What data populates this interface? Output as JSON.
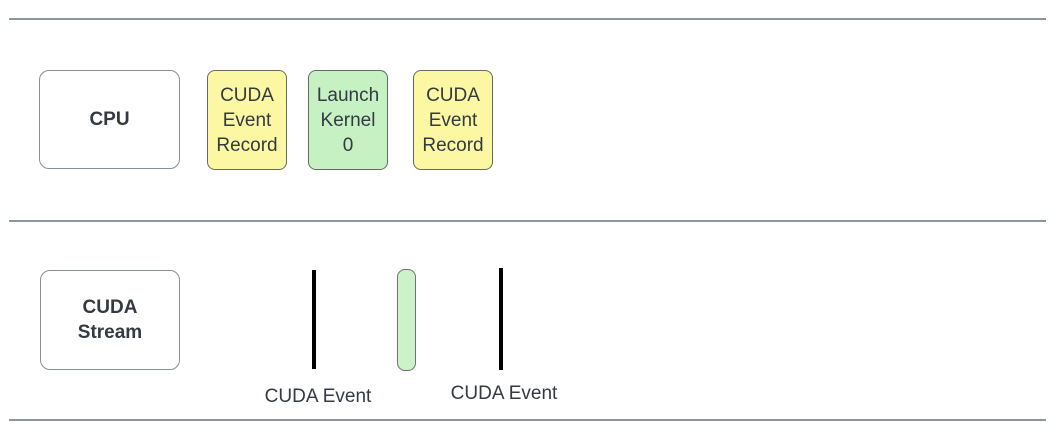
{
  "colors": {
    "yellow": "#fbf7a3",
    "green": "#c5f1c3",
    "green_bar": "#cbf2c9",
    "marker_black": "#000000",
    "divider_gray": "#8d959e",
    "text_dark": "#343a42"
  },
  "cpu_lane": {
    "title": "CPU",
    "steps": [
      {
        "text": "CUDA\nEvent\nRecord",
        "kind": "cuda-event-record"
      },
      {
        "text": "Launch\nKernel\n0",
        "kind": "launch-kernel"
      },
      {
        "text": "CUDA\nEvent\nRecord",
        "kind": "cuda-event-record"
      }
    ]
  },
  "stream_lane": {
    "title": "CUDA\nStream",
    "labels": [
      "CUDA Event",
      "CUDA Event"
    ]
  }
}
